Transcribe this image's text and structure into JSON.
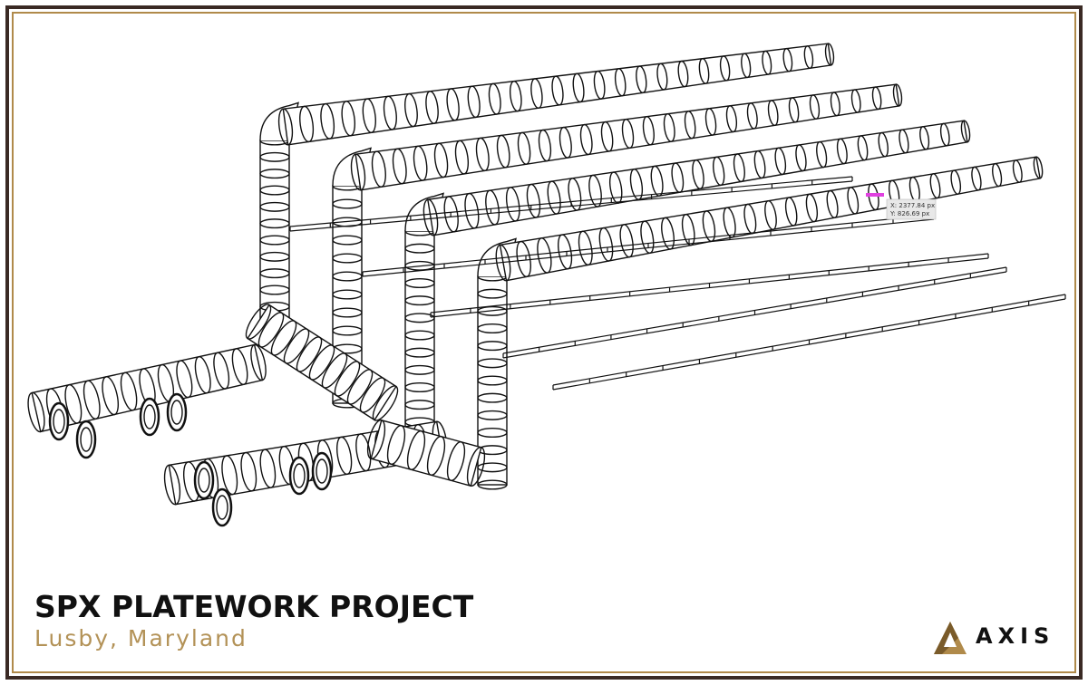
{
  "project": {
    "title": "SPX PLATEWORK PROJECT",
    "location": "Lusby, Maryland"
  },
  "logo": {
    "text": "AXIS",
    "icon": "axis-triangle-logo-icon",
    "color_dark": "#111111",
    "color_gold": "#b08a4a"
  },
  "drawing": {
    "cursor_readout": {
      "x": "X: 2377.84 px",
      "y": "Y: 826.69 px"
    }
  },
  "colors": {
    "frame_dark": "#3a2a24",
    "frame_gold": "#b08a4a",
    "location_text": "#b39257",
    "line_art": "#111111",
    "highlight": "#e040e0"
  }
}
